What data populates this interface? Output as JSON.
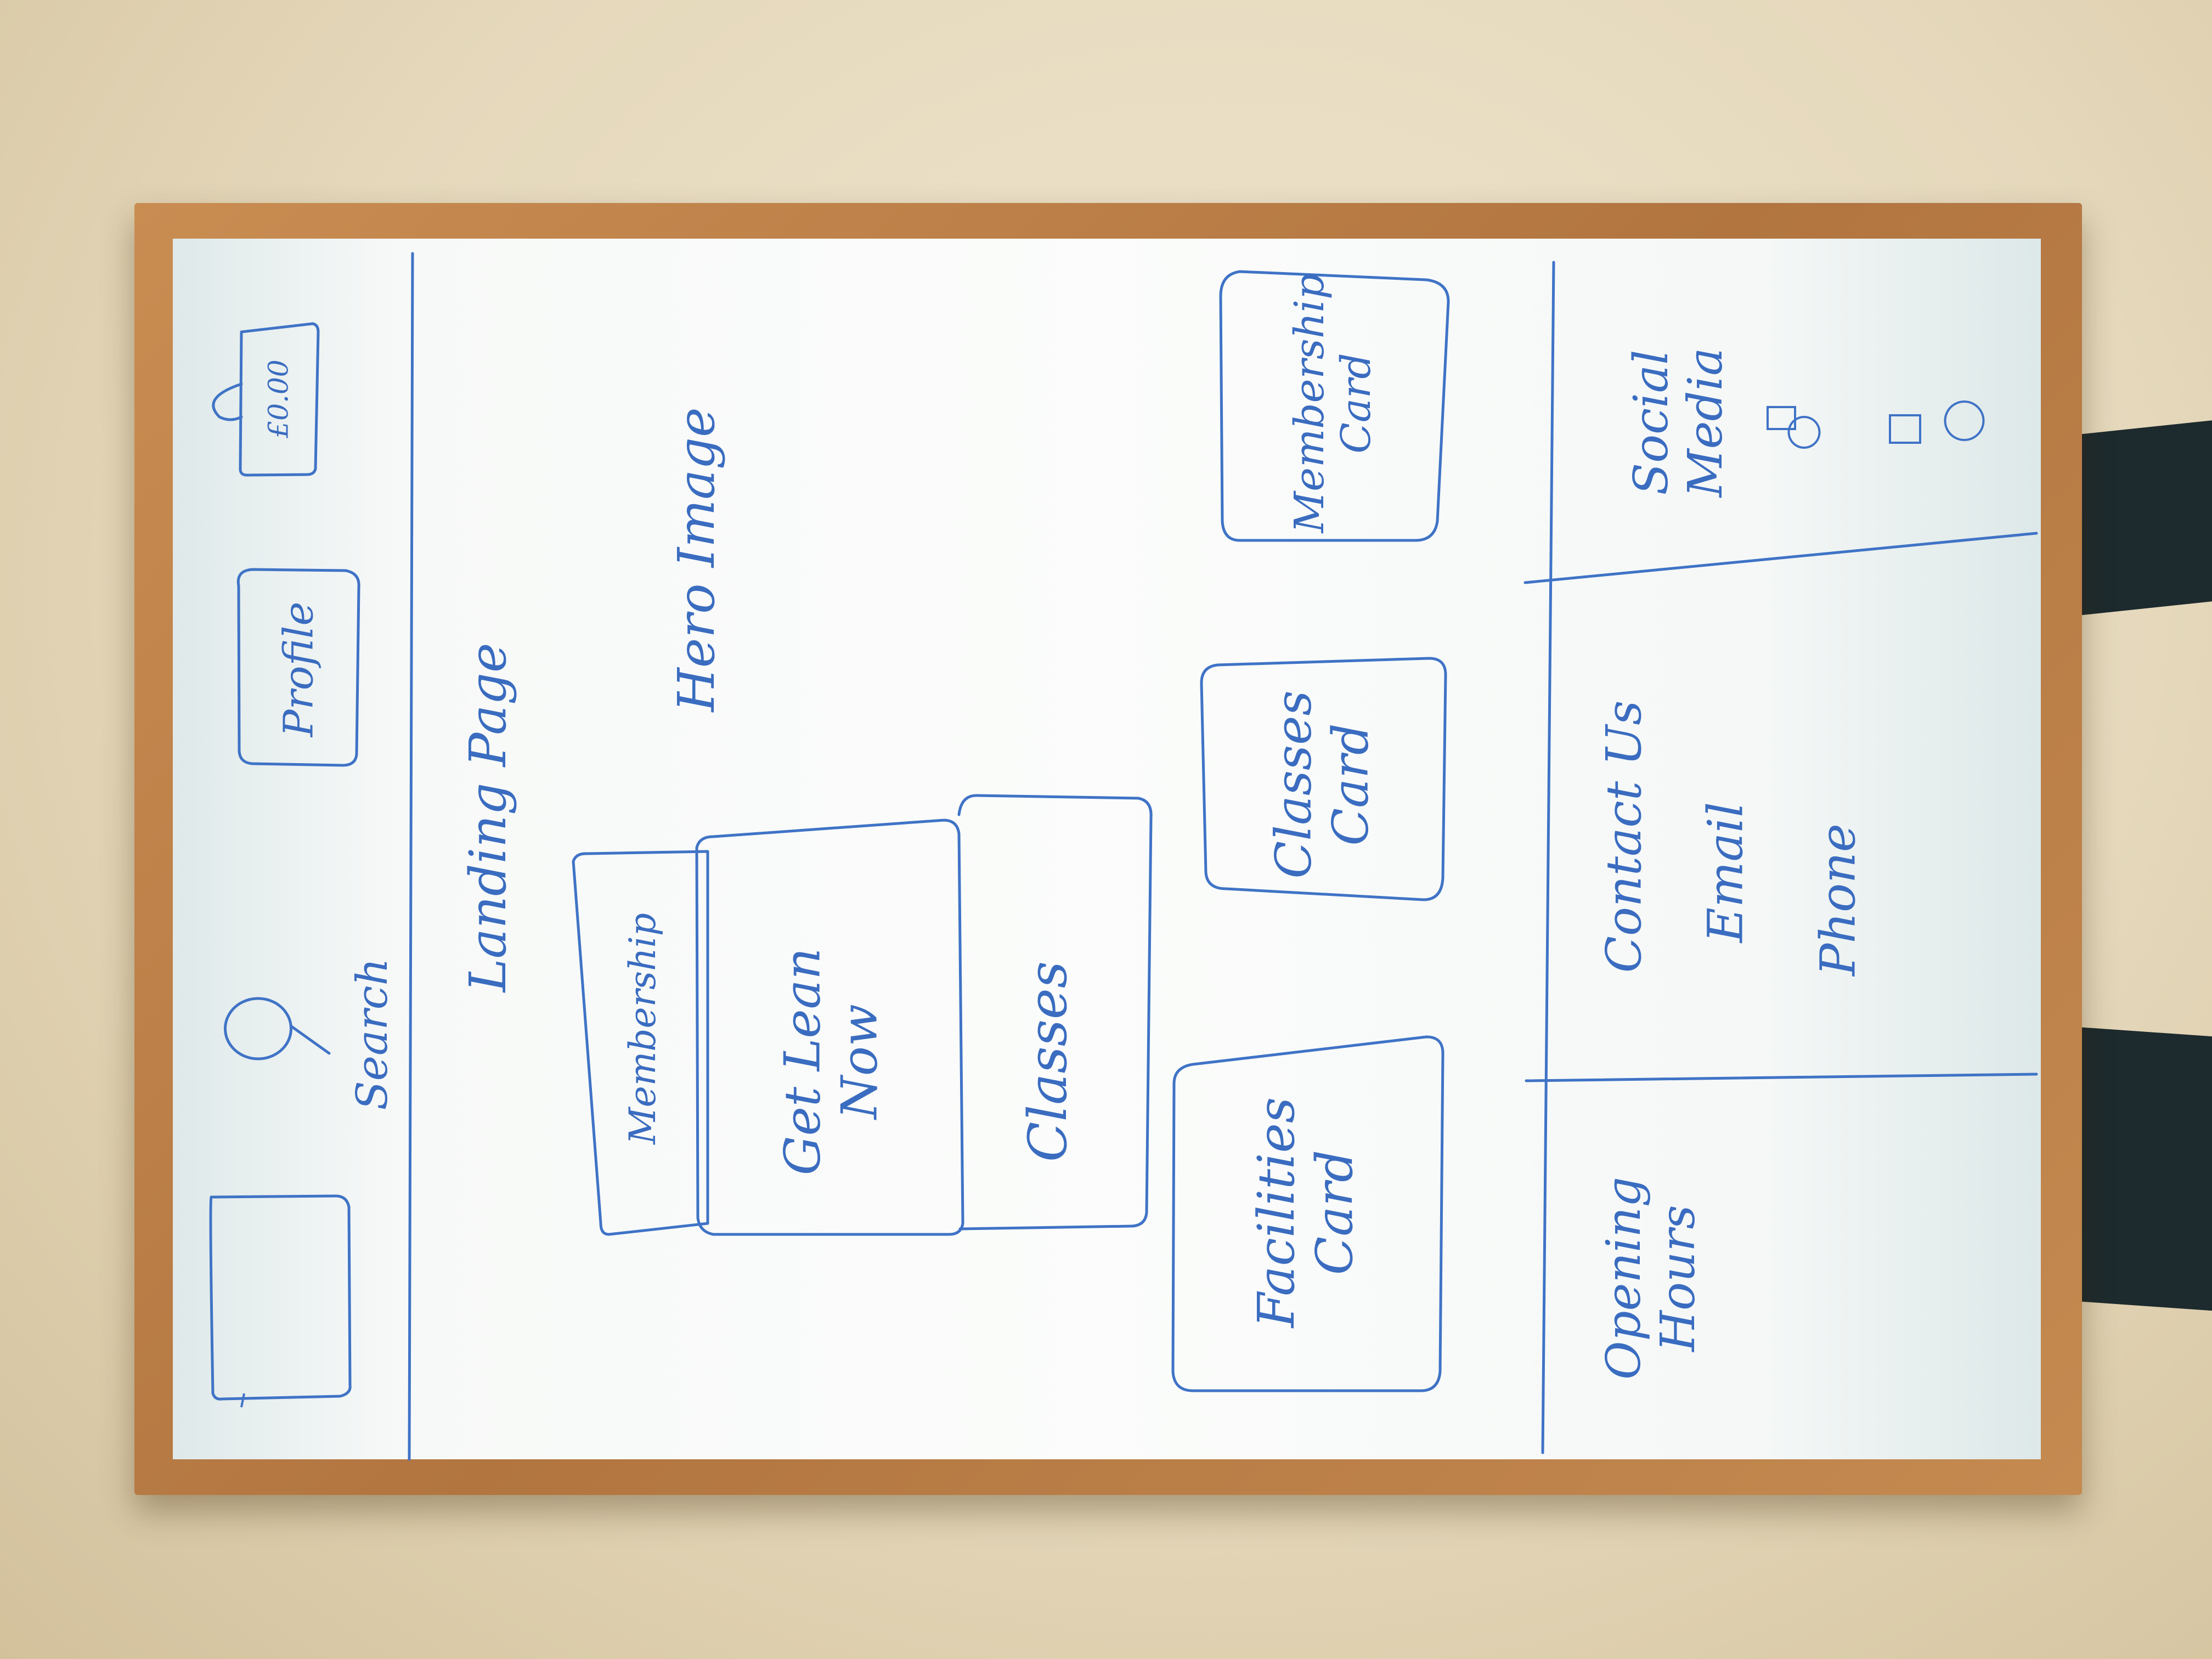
{
  "header": {
    "search_label": "Search",
    "profile_label": "Profile",
    "cart_label": "£0.00"
  },
  "main": {
    "page_label": "Landing Page",
    "hero_label": "Hero Image",
    "tabs": [
      {
        "label": "Membership"
      },
      {
        "label": "Get Lean\nNow"
      },
      {
        "label": "Classes"
      }
    ],
    "cards": [
      {
        "label": "Facilities\nCard"
      },
      {
        "label": "Classes\nCard"
      },
      {
        "label": "Membership\nCard"
      }
    ]
  },
  "footer": {
    "opening_hours_label": "Opening\nHours",
    "contact_title": "Contact Us",
    "contact_items": [
      "Email",
      "Phone"
    ],
    "social_title": "Social\nMedia"
  }
}
